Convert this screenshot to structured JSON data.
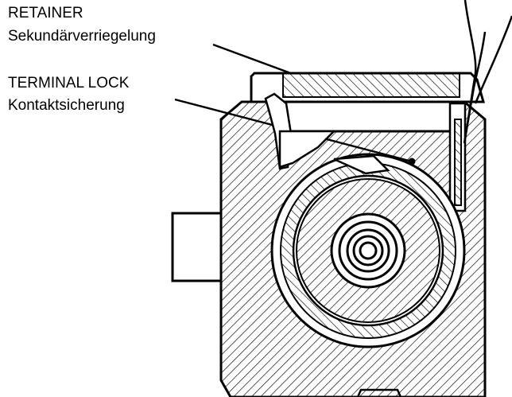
{
  "callouts": [
    {
      "id": "retainer",
      "title": "RETAINER",
      "subtitle": "Sekundärverriegelung"
    },
    {
      "id": "terminal_lock",
      "title": "TERMINAL LOCK",
      "subtitle": "Kontaktsicherung"
    }
  ],
  "colors": {
    "stroke": "#000000",
    "fill": "#ffffff",
    "hatch": "#000000"
  }
}
